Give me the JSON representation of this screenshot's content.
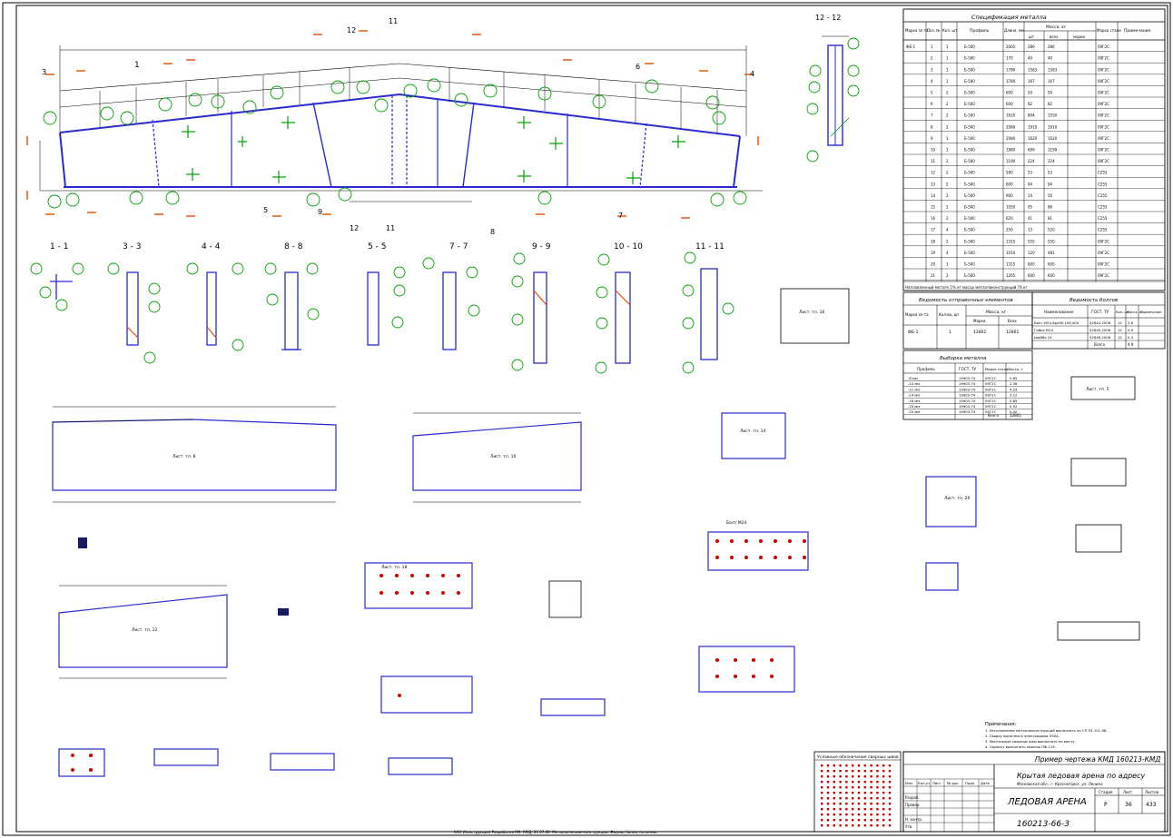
{
  "colors": {
    "outline": "#2a2ad0",
    "green": "#00a000",
    "orange": "#e05000",
    "red": "#cc0000",
    "black": "#000000"
  },
  "main_elevation": {
    "label_top_center": "11",
    "label_left": "3",
    "label_right": "4",
    "label_12_top": "12",
    "label_12_bottom": "12",
    "label_9": "9",
    "label_11_bottom": "11",
    "label_5": "5",
    "label_6": "6",
    "label_7": "7",
    "label_8": "8",
    "label_1": "1"
  },
  "sections": {
    "s12": "12 - 12",
    "s1": "1 - 1",
    "s3": "3 - 3",
    "s4": "4 - 4",
    "s8": "8 - 8",
    "s5": "5 - 5",
    "s7": "7 - 7",
    "s9": "9 - 9",
    "s10": "10 - 10",
    "s11": "11 - 11"
  },
  "spec_table": {
    "title": "Спецификация металла",
    "headers": [
      "Марка эл-та",
      "Поз. №",
      "Кол. шт",
      "Профиль",
      "Длина, мм",
      "Масса, кг",
      "Марка стали",
      "Примечание"
    ],
    "mass_sub": [
      "шт",
      "всех",
      "марки"
    ],
    "rows": [
      [
        "ФБ-1",
        "1",
        "1",
        "Б-500",
        "2065",
        "286",
        "286",
        "09Г2С"
      ],
      [
        "",
        "2",
        "1",
        "Б-500",
        "170",
        "40",
        "40",
        "09Г2С"
      ],
      [
        "",
        "3",
        "1",
        "Б-500",
        "1780",
        "1583",
        "1583",
        "09Г2С"
      ],
      [
        "",
        "4",
        "1",
        "Б-500",
        "1780",
        "167",
        "167",
        "09Г2С"
      ],
      [
        "",
        "5",
        "2",
        "Б-500",
        "600",
        "50",
        "50",
        "09Г2С"
      ],
      [
        "",
        "6",
        "2",
        "Б-500",
        "600",
        "82",
        "82",
        "09Г2С"
      ],
      [
        "",
        "7",
        "2",
        "Б-500",
        "1620",
        "804",
        "1550",
        "09Г2С"
      ],
      [
        "",
        "8",
        "2",
        "Б-500",
        "2080",
        "1910",
        "1910",
        "09Г2С"
      ],
      [
        "",
        "9",
        "1",
        "Б-500",
        "2080",
        "1620",
        "1620",
        "09Г2С"
      ],
      [
        "",
        "10",
        "1",
        "Б-500",
        "1980",
        "699",
        "1199",
        "09Г2С"
      ],
      [
        "",
        "11",
        "2",
        "Б-500",
        "1190",
        "224",
        "224",
        "09Г2С"
      ],
      [
        "",
        "12",
        "2",
        "Б-500",
        "580",
        "53",
        "53",
        "С255"
      ],
      [
        "",
        "13",
        "2",
        "Б-500",
        "600",
        "94",
        "94",
        "С255"
      ],
      [
        "",
        "14",
        "2",
        "Б-500",
        "900",
        "14",
        "56",
        "С255"
      ],
      [
        "",
        "15",
        "2",
        "Б-500",
        "1050",
        "95",
        "86",
        "С255"
      ],
      [
        "",
        "16",
        "2",
        "Б-500",
        "620",
        "41",
        "81",
        "С255"
      ],
      [
        "",
        "17",
        "4",
        "Б-500",
        "250",
        "13",
        "520",
        "С255"
      ],
      [
        "",
        "18",
        "2",
        "Б-500",
        "1315",
        "555",
        "550",
        "09Г2С"
      ],
      [
        "",
        "19",
        "4",
        "Б-500",
        "1010",
        "120",
        "481",
        "09Г2С"
      ],
      [
        "",
        "20",
        "1",
        "Б-500",
        "1315",
        "600",
        "600",
        "09Г2С"
      ],
      [
        "",
        "21",
        "2",
        "Б-500",
        "1265",
        "600",
        "600",
        "09Г2С"
      ]
    ],
    "footnote": "Наплавленный металл 1% от массы металлоконструкций 74 кг"
  },
  "vedomost_elements": {
    "title": "Ведомость отправочных элементов",
    "headers": [
      "Марка эл-та",
      "Кол-во, шт",
      "Масса, кг"
    ],
    "sub": [
      "Марки",
      "Всех"
    ],
    "row": [
      "ФБ-1",
      "1",
      "12801",
      "12801"
    ]
  },
  "vedomost_bolts": {
    "title": "Ведомость болтов",
    "headers": [
      "Наименование",
      "ГОСТ, ТУ",
      "Кол. шт",
      "Масса, кг",
      "Примечание"
    ],
    "rows": [
      [
        "Болт М24-6gx90.109.40Х",
        "52644-2006",
        "12",
        "3.6",
        ""
      ],
      [
        "Гайка М24",
        "52645-2006",
        "12",
        "0.9",
        ""
      ],
      [
        "Шайба 24",
        "52646-2006",
        "12",
        "0.4",
        ""
      ]
    ],
    "total": [
      "Всего",
      "4.9"
    ]
  },
  "vyborka": {
    "title": "Выборка металла",
    "headers": [
      "Профиль",
      "ГОСТ, ТУ",
      "Марка стали",
      "Масса, т"
    ],
    "rows": [
      [
        "-8 мм",
        "19903-74",
        "09Г2С",
        "0.85"
      ],
      [
        "-10 мм",
        "19903-74",
        "09Г2С",
        "2.36"
      ],
      [
        "-12 мм",
        "19903-74",
        "09Г2С",
        "4.29"
      ],
      [
        "-14 мм",
        "19903-74",
        "09Г2С",
        "3.12"
      ],
      [
        "-16 мм",
        "19903-74",
        "09Г2С",
        "0.85"
      ],
      [
        "-20 мм",
        "19903-74",
        "09Г2С",
        "0.92"
      ],
      [
        "-25 мм",
        "19903-74",
        "09Г2С",
        "0.40"
      ]
    ],
    "total": [
      "Всего",
      "12801"
    ]
  },
  "plates": {
    "p5": "Лист. тл. 5",
    "p8": "Лист. тл. 8",
    "p10": "Лист. тл. 10",
    "p12": "Лист. тл. 12",
    "p14": "Лист. тл. 14",
    "p16": "Лист. тл. 16",
    "p18": "Лист. тл. 18",
    "p20": "Лист. тл. 20",
    "bolt_label": "Болт М24"
  },
  "notes": {
    "title": "Примечания:",
    "lines": [
      "1. Изготовление металлоконструкций выполнять по СП 53-101-98.",
      "2. Сварку выполнять электродами Э50А.",
      "3. Монтажные сварные швы выполнять по месту.",
      "4. Окраску выполнить эмалью ПФ-115."
    ]
  },
  "weld_box": {
    "title": "Условные обозначения сварных швов"
  },
  "title_block": {
    "example": "Пример чертежа КМД 160213-КМД",
    "object": "Крытая ледовая арена по адресу",
    "object_sub": "Московская обл., г. Красногорск, ул. Ленина",
    "name": "ЛЕДОВАЯ АРЕНА",
    "code": "160213-66-3",
    "stage_h": "Стадия",
    "sheet_h": "Лист",
    "sheets_h": "Листов",
    "stage": "Р",
    "sheet": "36",
    "sheets": "433",
    "roles": [
      "Разраб.",
      "Провер.",
      "Н. контр.",
      "Утв."
    ],
    "cols": [
      "Изм.",
      "Кол.уч.",
      "Лист",
      "№ док.",
      "Подп.",
      "Дата"
    ]
  },
  "bottom_strip": "КАЭ (Конструкции) Разработка КМ, КМД, 25 07.00. Металлические конструкции. Фермы, балки, колонны."
}
